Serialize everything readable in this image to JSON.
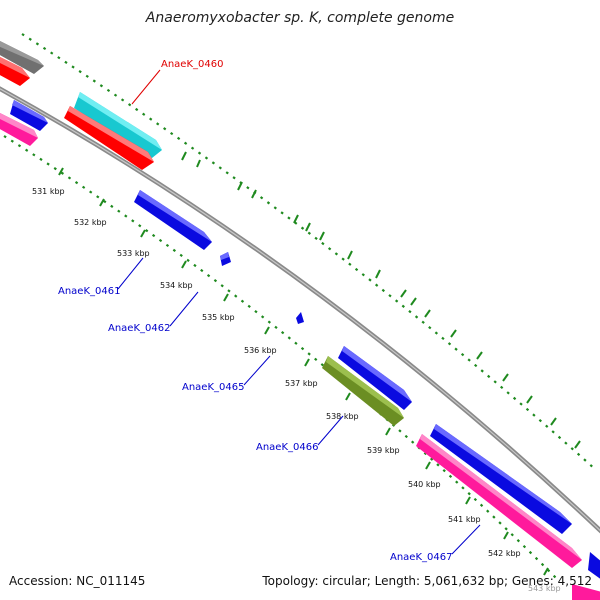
{
  "title": "Anaeromyxobacter sp. K, complete genome",
  "footer": {
    "accession": "Accession: NC_011145",
    "summary": "Topology: circular; Length: 5,061,632 bp; Genes: 4,512"
  },
  "colors": {
    "backbone": "#8c8c8c",
    "tick": "#1f8a1f",
    "blue_gene": "#0b0be6",
    "red_gene": "#ff0000",
    "cyan_gene": "#1ad0d8",
    "pink_gene": "#ff1a9c",
    "olive_gene": "#6b8e23",
    "gray_gene": "#6e6e6e",
    "label_red": "#e00000",
    "label_blue": "#0000cc"
  },
  "ticks": [
    "531 kbp",
    "532 kbp",
    "533 kbp",
    "534 kbp",
    "535 kbp",
    "536 kbp",
    "537 kbp",
    "538 kbp",
    "539 kbp",
    "540 kbp",
    "541 kbp",
    "542 kbp",
    "543 kbp"
  ],
  "gene_labels": [
    {
      "name": "AnaeK_0460",
      "color": "red"
    },
    {
      "name": "AnaeK_0461",
      "color": "blue"
    },
    {
      "name": "AnaeK_0462",
      "color": "blue"
    },
    {
      "name": "AnaeK_0465",
      "color": "blue"
    },
    {
      "name": "AnaeK_0466",
      "color": "blue"
    },
    {
      "name": "AnaeK_0467",
      "color": "blue"
    }
  ]
}
